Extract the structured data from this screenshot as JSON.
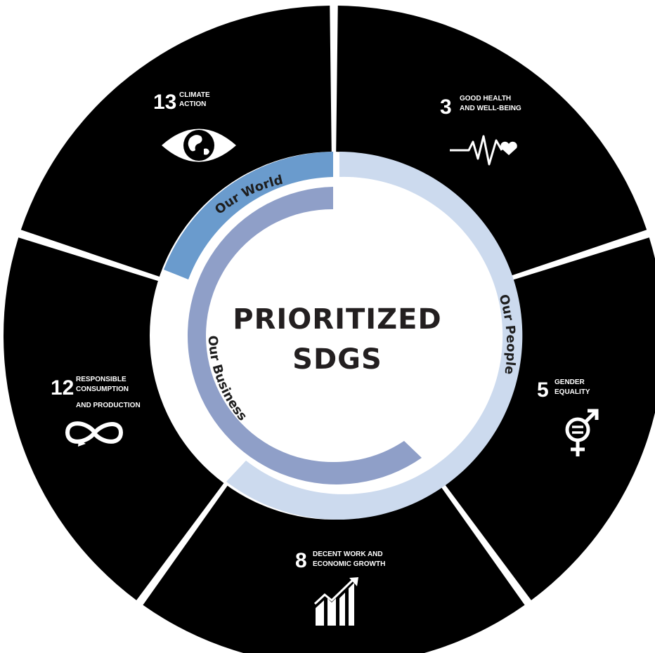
{
  "center": {
    "line1": "PRIORITIZED",
    "line2": "SDGS"
  },
  "ring_labels": {
    "world": "Our World",
    "people": "Our People",
    "business": "Our Business"
  },
  "segments": [
    {
      "number": "13",
      "title_line1": "CLIMATE",
      "title_line2": "ACTION",
      "title_line3": "",
      "icon": "eye-globe-icon"
    },
    {
      "number": "3",
      "title_line1": "GOOD HEALTH",
      "title_line2": "AND WELL-BEING",
      "title_line3": "",
      "icon": "heartbeat-icon"
    },
    {
      "number": "5",
      "title_line1": "GENDER",
      "title_line2": "EQUALITY",
      "title_line3": "",
      "icon": "gender-equality-icon"
    },
    {
      "number": "8",
      "title_line1": "DECENT WORK AND",
      "title_line2": "ECONOMIC GROWTH",
      "title_line3": "",
      "icon": "growth-chart-icon"
    },
    {
      "number": "12",
      "title_line1": "RESPONSIBLE",
      "title_line2": "CONSUMPTION",
      "title_line3": "AND PRODUCTION",
      "icon": "infinity-icon"
    }
  ],
  "colors": {
    "segment_fill": "#000000",
    "world_arc": "#6a9bcd",
    "people_arc": "#ccdaee",
    "business_arc": "#8f9fc8",
    "center_fill": "#ffffff",
    "title_text": "#231f20"
  }
}
